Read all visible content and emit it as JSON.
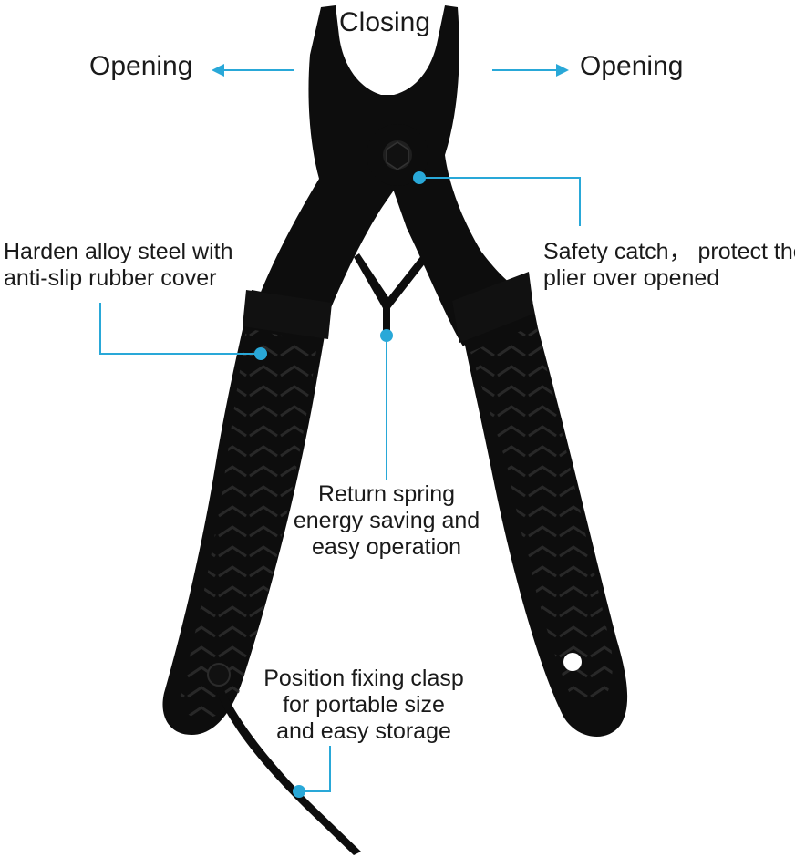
{
  "labels": {
    "closing": "Closing",
    "opening_left": "Opening",
    "opening_right": "Opening",
    "handle_cover": [
      "Harden alloy steel with",
      "anti-slip rubber cover"
    ],
    "safety_catch": [
      "Safety catch， protect the",
      "plier over opened"
    ],
    "return_spring": [
      "Return spring",
      "energy saving and",
      "easy operation"
    ],
    "fixing_clasp": [
      "Position fixing clasp",
      "for portable size",
      "and easy storage"
    ]
  },
  "colors": {
    "accent": "#29a8d8",
    "tool_body": "#0d0d0d",
    "grip_texture": "#2b2b2b",
    "background": "#ffffff"
  }
}
